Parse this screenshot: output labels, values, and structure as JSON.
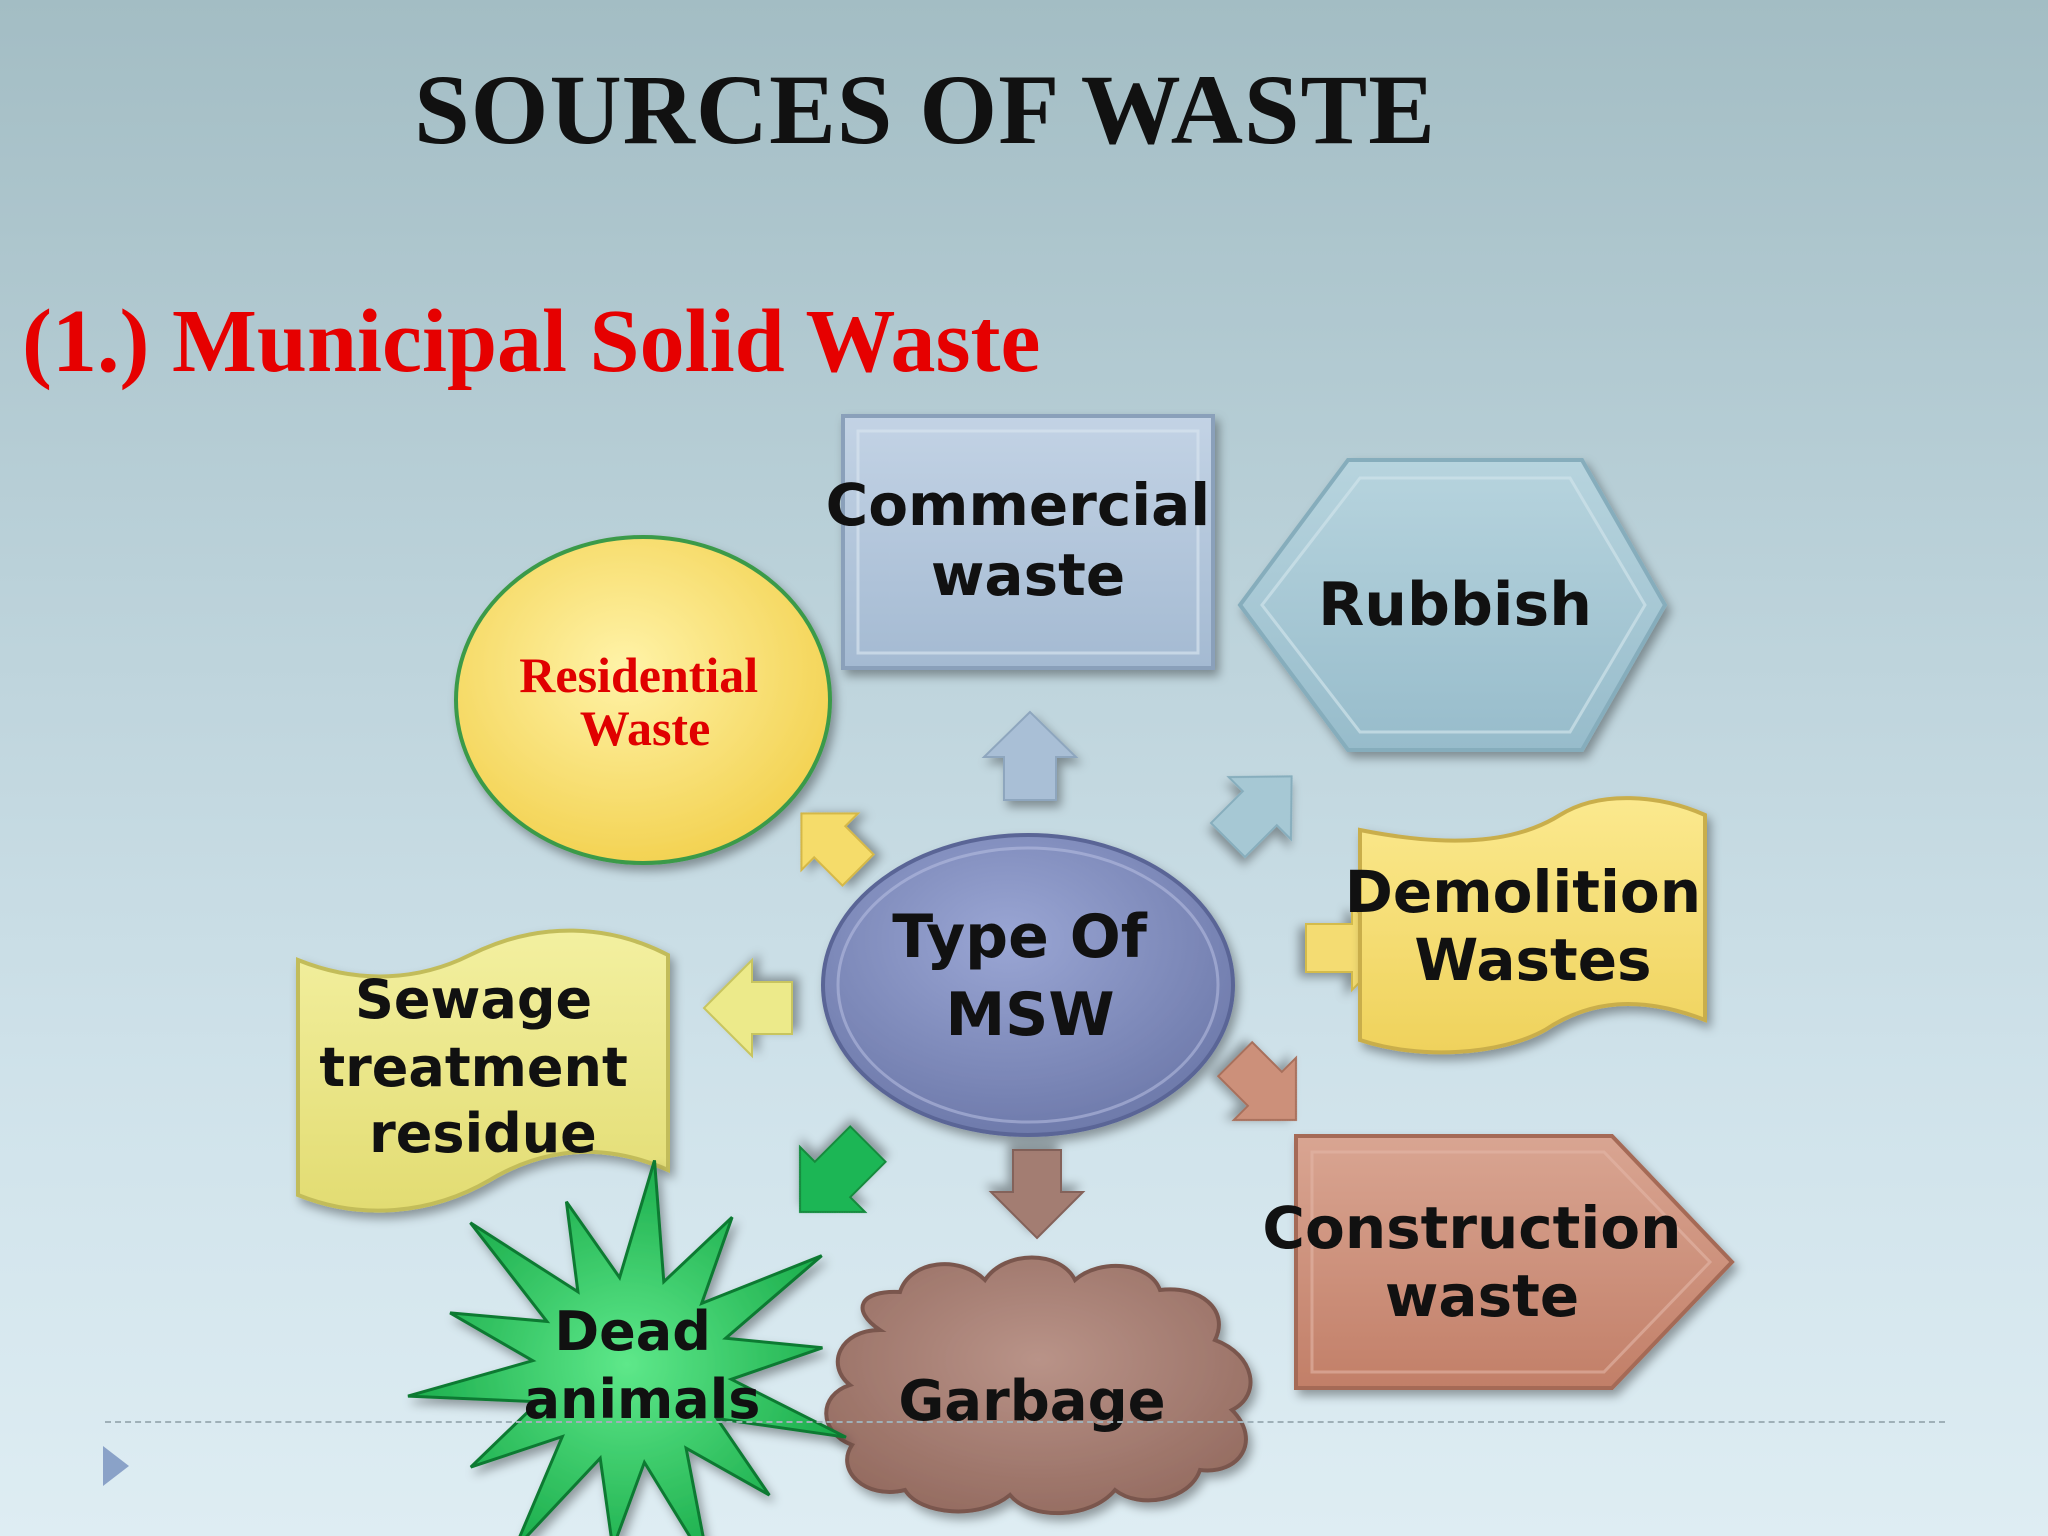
{
  "title": "SOURCES OF WASTE",
  "subtitle": "(1.) Municipal Solid Waste",
  "diagram": {
    "center": [
      "Type Of",
      "MSW"
    ],
    "nodes": {
      "commercial": [
        "Commercial",
        "waste"
      ],
      "rubbish": [
        "Rubbish"
      ],
      "residential": [
        "Residential",
        "Waste"
      ],
      "demolition": [
        "Demolition",
        "Wastes"
      ],
      "sewage": [
        "Sewage",
        "treatment",
        "residue"
      ],
      "construction": [
        "Construction",
        "waste"
      ],
      "dead_animals": [
        "Dead",
        "animals"
      ],
      "garbage": [
        "Garbage"
      ]
    }
  },
  "colors": {
    "title": "#111111",
    "subtitle": "#e60000",
    "center": "#7a86b8",
    "commercial": "#a9bfd6",
    "rubbish": "#a6c8d4",
    "residential": "#f5dc6a",
    "demolition": "#f4dc72",
    "sewage": "#ecea8a",
    "construction": "#cc907a",
    "dead_animals": "#22c55a",
    "garbage": "#a37d72"
  }
}
